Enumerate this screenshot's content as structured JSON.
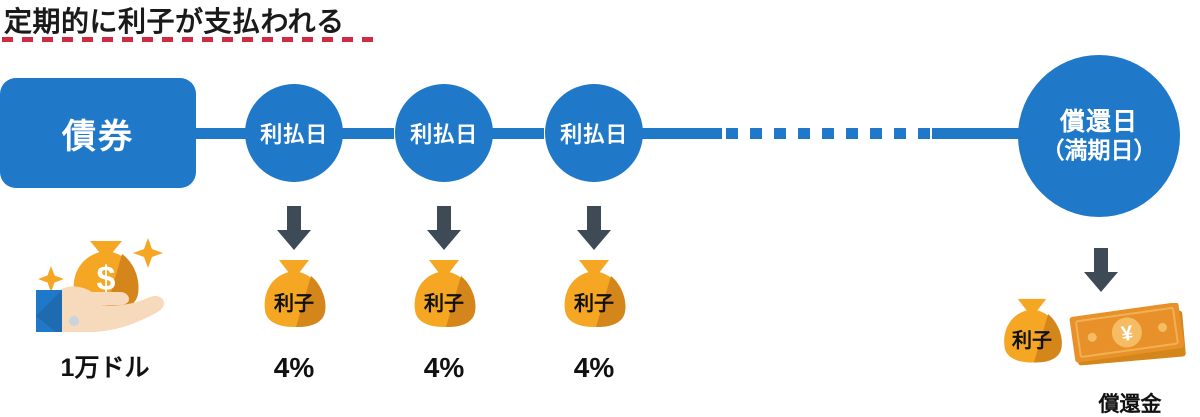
{
  "title": {
    "text": "定期的に利子が支払われる",
    "underline_color": "#cf2b42"
  },
  "colors": {
    "node_blue": "#1f78c8",
    "arrow_gray": "#3f4a57",
    "bag_orange": "#f5a623",
    "bag_orange_dark": "#d4861a",
    "bill_orange": "#e8912a",
    "accent_red": "#cf2b42",
    "text_black": "#111111"
  },
  "timeline": {
    "bond": {
      "label": "債券"
    },
    "coupon_nodes": [
      {
        "label": "利払日"
      },
      {
        "label": "利払日"
      },
      {
        "label": "利払日"
      }
    ],
    "maturity": {
      "label_line1": "償還日",
      "label_line2": "（満期日）"
    }
  },
  "principal": {
    "icon": "hand-holding-money-bag-icon",
    "bag_symbol": "$",
    "caption": "1万ドル"
  },
  "coupon_payments": [
    {
      "arrow": "down-arrow-icon",
      "bag_label": "利子",
      "rate": "4%"
    },
    {
      "arrow": "down-arrow-icon",
      "bag_label": "利子",
      "rate": "4%"
    },
    {
      "arrow": "down-arrow-icon",
      "bag_label": "利子",
      "rate": "4%"
    }
  ],
  "maturity_payment": {
    "arrow": "down-arrow-icon",
    "bag_label": "利子",
    "banknote_symbol": "¥",
    "caption": "償還金"
  }
}
